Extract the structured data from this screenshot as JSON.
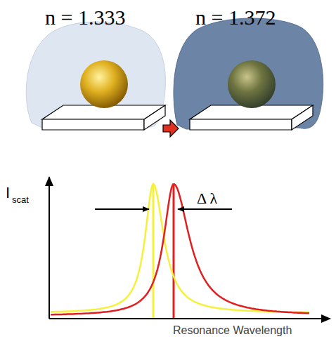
{
  "diagram": {
    "labels": [
      "n = 1.333",
      "n = 1.372",
      "I",
      "scat",
      "Δ λ",
      "Resonance Wavelength"
    ]
  }
}
